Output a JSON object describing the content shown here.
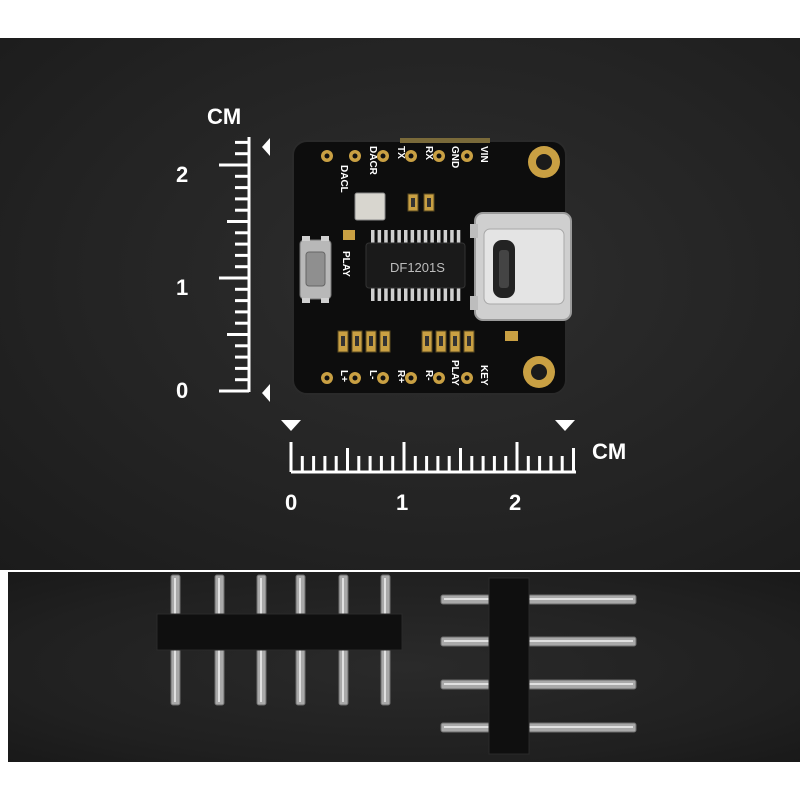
{
  "ruler": {
    "unit_vertical": "CM",
    "unit_horizontal": "CM",
    "vertical_labels": [
      "2",
      "1",
      "0"
    ],
    "horizontal_labels": [
      "0",
      "1",
      "2"
    ]
  },
  "board": {
    "chip_label": "DF1201S",
    "top_pins": [
      "DACL",
      "DACR",
      "TX",
      "RX",
      "GND",
      "VIN"
    ],
    "bottom_pins": [
      "L+",
      "L-",
      "R+",
      "R-",
      "PLAY",
      "KEY"
    ],
    "button_label": "PLAY",
    "colors": {
      "pcb": "#0e0e0e",
      "gold": "#c9a043",
      "background": "#252525"
    }
  }
}
